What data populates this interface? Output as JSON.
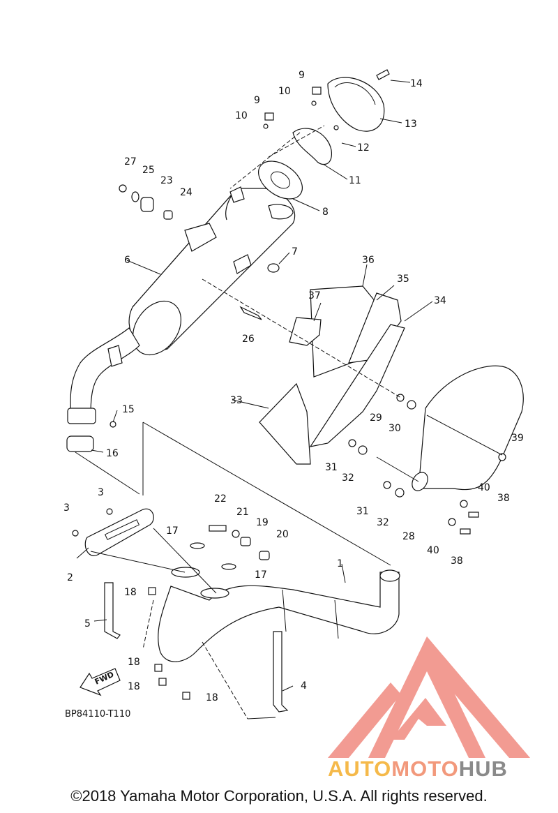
{
  "callouts": {
    "c1": "1",
    "c2": "2",
    "c3a": "3",
    "c3b": "3",
    "c4": "4",
    "c5": "5",
    "c6": "6",
    "c7": "7",
    "c8": "8",
    "c9a": "9",
    "c9b": "9",
    "c10a": "10",
    "c10b": "10",
    "c11": "11",
    "c12": "12",
    "c13": "13",
    "c14": "14",
    "c15": "15",
    "c16": "16",
    "c17a": "17",
    "c17b": "17",
    "c18a": "18",
    "c18b": "18",
    "c18c": "18",
    "c18d": "18",
    "c19": "19",
    "c20": "20",
    "c21": "21",
    "c22": "22",
    "c23": "23",
    "c24": "24",
    "c25": "25",
    "c26": "26",
    "c27": "27",
    "c28": "28",
    "c29": "29",
    "c30": "30",
    "c31a": "31",
    "c31b": "31",
    "c32a": "32",
    "c32b": "32",
    "c33": "33",
    "c34": "34",
    "c35": "35",
    "c36": "36",
    "c37": "37",
    "c38a": "38",
    "c38b": "38",
    "c39": "39",
    "c40a": "40",
    "c40b": "40"
  },
  "direction_arrow": "FWD",
  "diagram_code": "BP84110-T110",
  "watermark": {
    "part1": "AUTO",
    "part2": "MOTO",
    "part3": "HUB",
    "colors": {
      "logo": "#f08a80",
      "auto": "#f5b94a",
      "moto": "#f2997c",
      "hub": "#8a8a8a"
    }
  },
  "copyright": "©2018 Yamaha Motor Corporation, U.S.A. All rights reserved."
}
